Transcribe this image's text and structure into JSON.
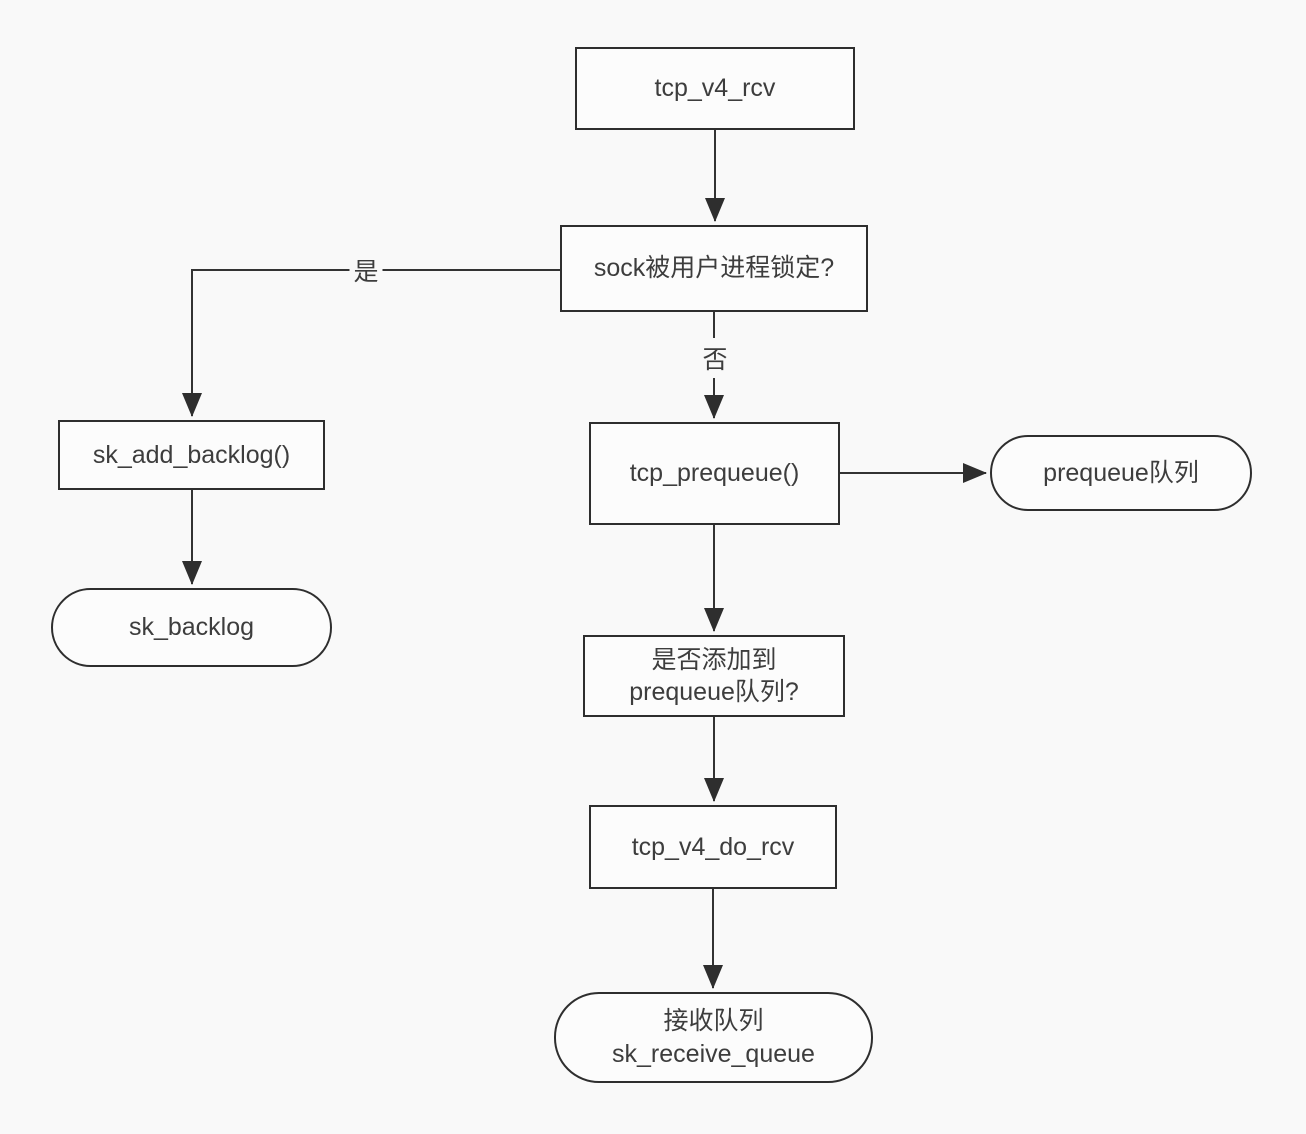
{
  "diagram": {
    "type": "flowchart",
    "colors": {
      "background": "#f9f9f9",
      "node_fill": "#fcfcfc",
      "border": "#2e2e2e",
      "text": "#3d3d3d",
      "connector": "#333333"
    },
    "nodes": {
      "tcp_v4_rcv": {
        "shape": "rect",
        "label": "tcp_v4_rcv"
      },
      "sock_locked": {
        "shape": "rect",
        "label": "sock被用户进程锁定?"
      },
      "sk_add_backlog": {
        "shape": "rect",
        "label": "sk_add_backlog()"
      },
      "sk_backlog": {
        "shape": "stadium",
        "label": "sk_backlog"
      },
      "tcp_prequeue": {
        "shape": "rect",
        "label": "tcp_prequeue()"
      },
      "prequeue_queue": {
        "shape": "stadium",
        "label": "prequeue队列"
      },
      "added_to_prequeue": {
        "shape": "rect",
        "lines": [
          "是否添加到",
          "prequeue队列?"
        ]
      },
      "tcp_v4_do_rcv": {
        "shape": "rect",
        "label": "tcp_v4_do_rcv"
      },
      "sk_receive_queue": {
        "shape": "stadium",
        "lines": [
          "接收队列",
          "sk_receive_queue"
        ]
      }
    },
    "edge_labels": {
      "yes": "是",
      "no": "否"
    }
  }
}
